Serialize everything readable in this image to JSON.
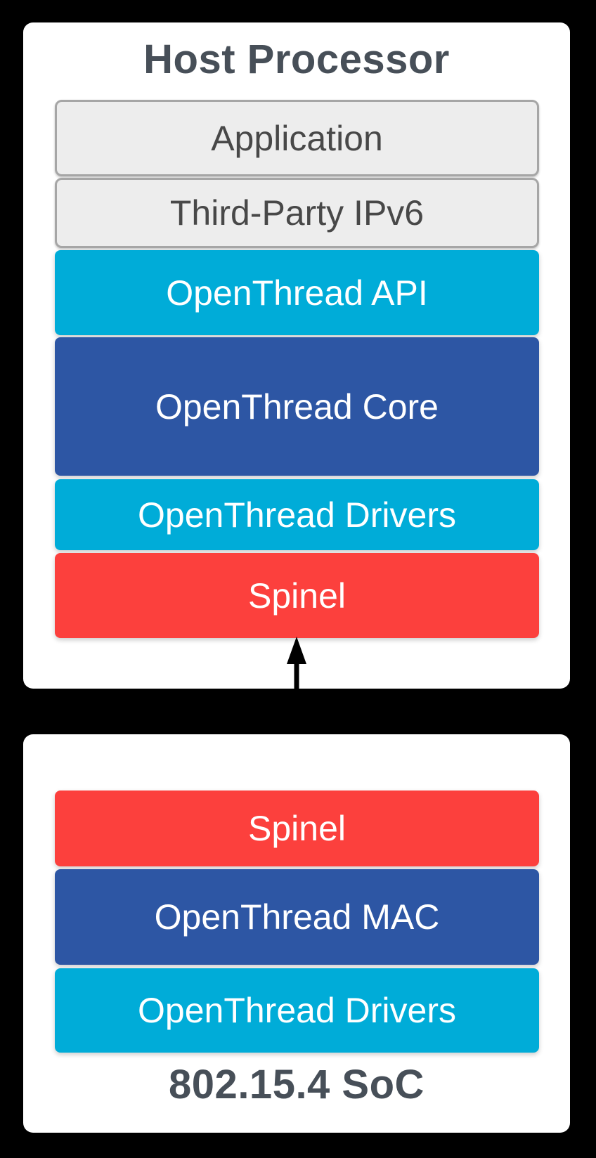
{
  "colors": {
    "background": "#000000",
    "panel": "#ffffff",
    "gray_fill": "#ededed",
    "gray_border": "#a6a6a6",
    "cyan": "#00acd8",
    "navy": "#2d56a4",
    "red": "#fc403d",
    "heading_text": "#474f58",
    "gray_text": "#484848",
    "white_text": "#ffffff",
    "arrow": "#000000"
  },
  "host": {
    "title": "Host Processor",
    "layers": [
      {
        "label": "Application"
      },
      {
        "label": "Third-Party IPv6"
      },
      {
        "label": "OpenThread API"
      },
      {
        "label": "OpenThread Core"
      },
      {
        "label": "OpenThread Drivers"
      },
      {
        "label": "Spinel"
      }
    ]
  },
  "soc": {
    "title": "802.15.4 SoC",
    "layers": [
      {
        "label": "Spinel"
      },
      {
        "label": "OpenThread MAC"
      },
      {
        "label": "OpenThread Drivers"
      }
    ]
  },
  "connector": {
    "type": "bidirectional-arrow",
    "connects": [
      "Spinel (Host Processor)",
      "Spinel (802.15.4 SoC)"
    ]
  }
}
